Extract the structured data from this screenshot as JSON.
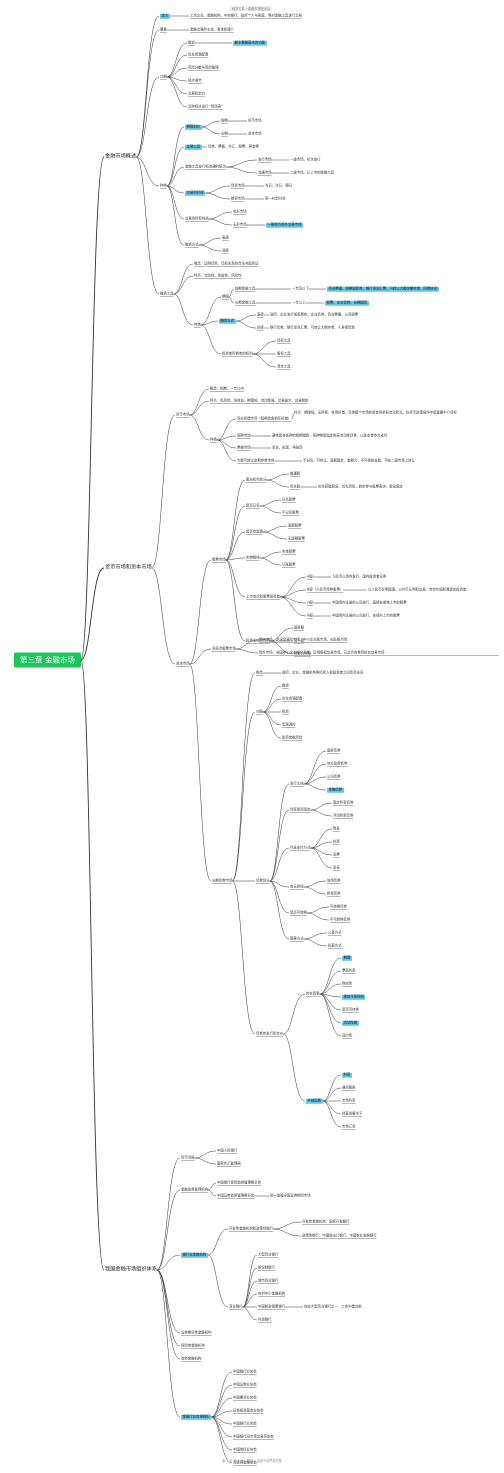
{
  "header_tag": "经济工具・金融市场知识点",
  "footer": "第 2 页 共 2 页  ·  整理：金融市场思维导图",
  "root": "第三章 金融市场",
  "level1": [
    "金融市场概述",
    "货币市场和资本市场",
    "我国金融市场组织体系"
  ],
  "nodes": {
    "a1": "定义",
    "a1t": "工商企业、金融机构、中央银行、政府个人与家庭，等对金融工具进行交易",
    "a2": "要素",
    "a2t": "金融交易的主体、客体和媒介",
    "a3": "功能",
    "a3a": "融资",
    "a3b": "最主要最基本的功能",
    "a3c": "优化资源配置",
    "a3d": "风险分散与风险管理",
    "a3e": "经济调节",
    "a3f": "交易和定价",
    "a3g": "反映经济运行 \"晴雨表\"",
    "a4": "种类",
    "a4a": "期限划分",
    "a4a1": "短期",
    "a4a1t": "货币市场",
    "a4a2": "长期",
    "a4a2t": "资本市场",
    "a4b": "交易工具",
    "a4bt": "债券、票据、外汇、股票、黄金等",
    "a4c": "金融工具发行和流通的层次",
    "a4c1": "发行市场",
    "a4c1t": "一级市场、初次发行",
    "a4c2": "流通市场",
    "a4c2t": "二级市场、已上市的金融工具",
    "a4d": "交易的时间",
    "a4d1": "现货市场",
    "a4d1t": "当日、次日、隔日",
    "a4d2": "期货市场",
    "a4d2t": "某一约定时间",
    "a4e": "交易场所和性质",
    "a4e1": "有形市场",
    "a4e2": "无形市场",
    "a4e2t": "一般称为场外交易市场",
    "a4f": "融资方式",
    "a4f1": "直接",
    "a4f2": "间接",
    "a5": "融资工具",
    "a5a": "概念：证明债务、债权关系的合法书面凭证",
    "a5b": "特点：流动性、收益性、风险性",
    "a5c": "种类",
    "a5c1": "期限",
    "a5c1a": "短期金融工具",
    "a5c1at": "一年及以下",
    "a5c1ah": "商业票据、短期国库券、银行承兑汇票、可转让大额定期存单、回购协议",
    "a5c1b": "长期金融工具",
    "a5c1bt": "一年以上",
    "a5c1bh": "股票、企业债券、长期国债",
    "a5c2": "融资方式",
    "a5c2a": "直接",
    "a5c2at": "政府、企业发行或签署的：企业债券、商业票据、公司股票",
    "a5c2b": "间接",
    "a5c2bt": "银行债券、银行承兑汇票、可转让大额存单、人寿保险单",
    "a5c3": "投资者所拥有的权利",
    "a5c3a": "债权工具",
    "a5c3b": "股权工具",
    "a5c3c": "混合工具",
    "b1": "货币市场",
    "b1a": "概念：短期、一年以内",
    "b1b": "特点：低风险、低收益、期限短、流动性强、交易量大、交易频繁",
    "b1c": "种类",
    "b1c1": "同业拆借市场（短期资金相互拆借）",
    "b1c1t": "特点：期限短、无担保、信用拆借、反映整个市场的资金供求和流动状况、在货币政策操作中是重要中介目标",
    "b1c2": "回购市场",
    "b1c2t": "通常是有抵押的短期借款，抵押物是指定的高流动性债券，以其本金作为支付",
    "b1c3": "票据市场",
    "b1c3t": "承兑、贴现、再贴现",
    "b1c4": "大额可转让定期存单市场",
    "b1c4t": "不记名、可转让、面额固定、金额大、不可提前支取，可在二级市场上转让",
    "b2": "资本市场",
    "b2a": "股票市场",
    "b2a1": "股东权利划分",
    "b2a1a": "普通股",
    "b2a1b": "优先股",
    "b2a1bt": "优先获取股息，优先清偿，剩余参与投票表决，股息固定",
    "b2a2": "是否记名",
    "b2a2a": "记名股票",
    "b2a2b": "不记名股票",
    "b2a3": "是否有面值",
    "b2a3a": "面额股票",
    "b2a3b": "无面额股票",
    "b2a4": "实物载体",
    "b2a4a": "实体股票",
    "b2a4b": "记账股票",
    "b2a5": "上市地点和股票投资者",
    "b2a5a": "A股",
    "b2a5at": "人民币以境内发行，国内投资者买卖",
    "b2a5b": "B股（人民币特种股票）",
    "b2a5bt": "以人民币标明面值，以外币认购和交易，专供外国和港澳台投资者",
    "b2a5c": "H股",
    "b2a5ct": "中国境内注册的公司发行，直接在香港上市的股票",
    "b2a5d": "N股",
    "b2a5dt": "中国境内注册的公司发行，在纽约上市的股票",
    "b2a6": "投资主体的性质",
    "b2a6a": "国家股",
    "b2a6b": "法人股",
    "b2a6c": "社会公众股",
    "b2b": "多层次股票市场",
    "b2b1": "场内市场：沪深交易所市场、中小企业板市场、创业板市场",
    "b2b2": "场外市场：全国中小企业股份系统、区域股权交易市场、已试点的券商柜台交易市场",
    "b2c": "长期债券市场",
    "b2c1": "概念",
    "b2c1t": "政府、企业、金融机构等债务人和投资者之间债务关系",
    "b2c2": "功能",
    "b2c2a": "融资",
    "b2c2b": "优化资源配置",
    "b2c2c": "投资",
    "b2c2d": "宏观调控",
    "b2c2e": "防范金融风险",
    "b2c3": "债券划分",
    "b2c3a": "发行主体",
    "b2c3a1": "国家债券",
    "b2c3a2": "地方政府债券",
    "b2c3a3": "公司债券",
    "b2c3a4": "金融债券",
    "b2c3b": "利率是否固定",
    "b2c3b1": "固定利率债券",
    "b2c3b2": "浮动利率债券",
    "b2c3c": "利息支付方式",
    "b2c3c1": "附息",
    "b2c3c2": "贴现",
    "b2c3c3": "息票",
    "b2c3c4": "零息",
    "b2c3d": "有无担保",
    "b2c3d1": "信用债券",
    "b2c3d2": "担保债券",
    "b2c3e": "是否可转换",
    "b2c3e1": "可转换债券",
    "b2c3e2": "不可转换债券",
    "b2c3f": "募集方式",
    "b2c3f1": "公募方式",
    "b2c3f2": "私募方式",
    "b2c4": "债券的发行和定价",
    "b2c4a": "内在因素",
    "b2c4a1": "期限",
    "b2c4a2": "票面利率",
    "b2c4a3": "税收性",
    "b2c4a4": "提前可赎回权",
    "b2c4a5": "是否可转换",
    "b2c4a6": "流动性差",
    "b2c4a7": "违约性",
    "b2c4b": "外部因素",
    "b2c4b1": "利率",
    "b2c4b2": "通货膨胀",
    "b2c4b3": "市场利率",
    "b2c4b4": "经营发展水平",
    "b2c4b5": "市场汇率",
    "c1": "货币当局",
    "c1a": "中国人民银行",
    "c1b": "国家外汇管理局",
    "c2": "金融监督管理机构",
    "c2a": "中国银行保险监督管理委员会",
    "c2b": "中国证券监督管理委员会",
    "c2bt": "统一监管全国证券期货市场",
    "c3": "银行业金融机构",
    "c3a": "开发性金融机构和政策性银行",
    "c3a1": "开发性金融机构：国家开发银行",
    "c3a2": "政策性银行：中国进出口银行、中国农业发展银行",
    "c3b": "商业银行",
    "c3b1": "大型商业银行",
    "c3b2": "股份制银行",
    "c3b3": "城市商业银行",
    "c3b4": "农村中小金融机构",
    "c3b5": "中国邮政储蓄银行",
    "c3b5t": "在较大型商业银行之一，工农中建交邮",
    "c3b6": "外资银行",
    "c4": "证券期货类金融机构",
    "c5": "保险类金融机构",
    "c6": "其他金融机构",
    "c7": "金融行业自律组织",
    "c7a": "中国银行业协会",
    "c7b": "中国证券业协会",
    "c7c": "中国期货业协会",
    "c7d": "证券投资基金业协会",
    "c7e": "中国银行业协会",
    "c7f": "中国银行间市场交易商协会",
    "c7g": "中国信托业协会",
    "c7h": "互联网金融协会"
  },
  "colors": {
    "root": "#1bc55c",
    "highlight": "#5bc8f0",
    "edge": "#333333"
  }
}
